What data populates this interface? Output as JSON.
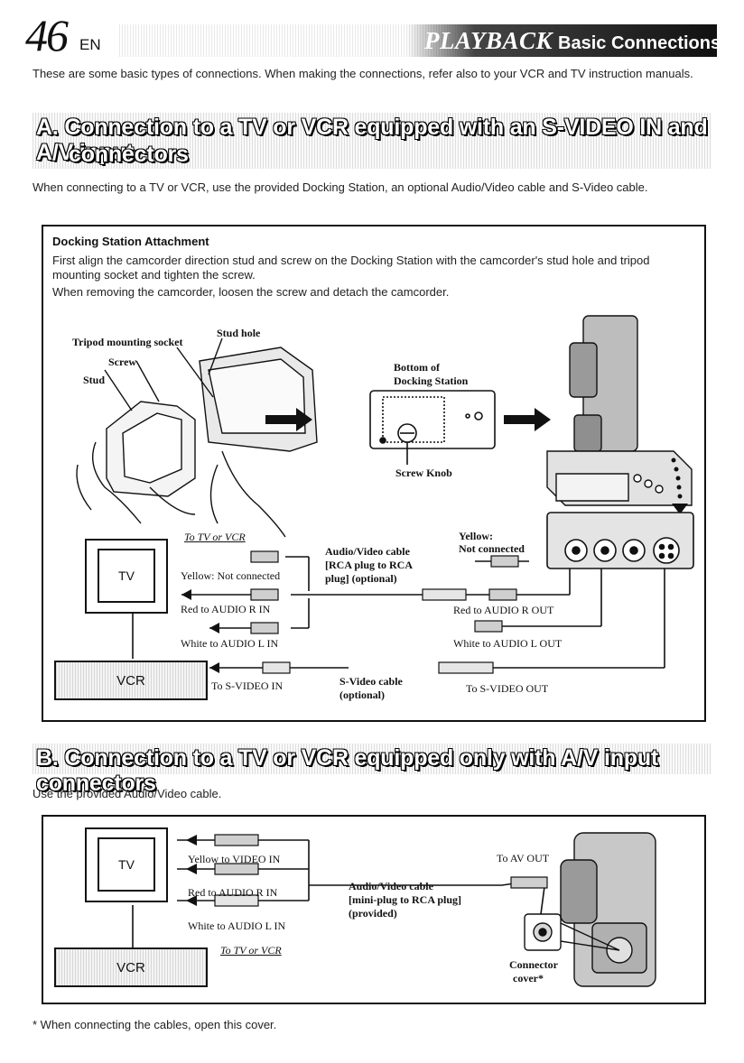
{
  "header": {
    "page_number": "46",
    "language": "EN",
    "section": "PLAYBACK",
    "title": "Basic Connections"
  },
  "intro": "These are some basic types of connections. When making the connections, refer also to your VCR and TV instruction manuals.",
  "section_a": {
    "title_line1": "A. Connection to a TV or VCR equipped with an S-VIDEO IN and A/V input",
    "title_line2": "connectors",
    "description": "When connecting to a TV or VCR, use the provided Docking Station, an optional Audio/Video cable and S-Video cable.",
    "box": {
      "title": "Docking Station Attachment",
      "text_1": "First align the camcorder direction stud and screw on the Docking Station with the camcorder's stud hole and tripod mounting socket and tighten the screw.",
      "text_2": "When removing the camcorder, loosen the screw and detach the camcorder.",
      "labels": {
        "tripod": "Tripod mounting socket",
        "stud_hole": "Stud hole",
        "screw": "Screw",
        "stud": "Stud",
        "bottom_1": "Bottom of",
        "bottom_2": "Docking Station",
        "screw_knob": "Screw Knob",
        "to_tv_vcr": "To TV or VCR",
        "tv": "TV",
        "vcr": "VCR",
        "yellow_nc": "Yellow: Not connected",
        "red_in": "Red to AUDIO R IN",
        "white_in": "White to AUDIO L IN",
        "svideo_in": "To S-VIDEO IN",
        "av_cable_1": "Audio/Video cable",
        "av_cable_2": "[RCA plug to RCA",
        "av_cable_3": "plug] (optional)",
        "yellow_right_1": "Yellow:",
        "yellow_right_2": "Not connected",
        "red_out": "Red to AUDIO R OUT",
        "white_out": "White to AUDIO L OUT",
        "svideo_cable_1": "S-Video cable",
        "svideo_cable_2": "(optional)",
        "svideo_out": "To S-VIDEO OUT"
      }
    }
  },
  "section_b": {
    "title": "B. Connection to a TV or VCR equipped only with A/V input connectors",
    "description": "Use the provided Audio/Video cable.",
    "box": {
      "labels": {
        "tv": "TV",
        "vcr": "VCR",
        "yellow_in": "Yellow to VIDEO IN",
        "red_in": "Red to AUDIO R IN",
        "white_in": "White to AUDIO L IN",
        "to_tv_vcr": "To TV or VCR",
        "av_cable_1": "Audio/Video cable",
        "av_cable_2": "[mini-plug to RCA plug]",
        "av_cable_3": "(provided)",
        "av_out": "To AV OUT",
        "connector_1": "Connector",
        "connector_2": "cover*"
      }
    }
  },
  "footnote": "* When connecting the cables, open this cover."
}
